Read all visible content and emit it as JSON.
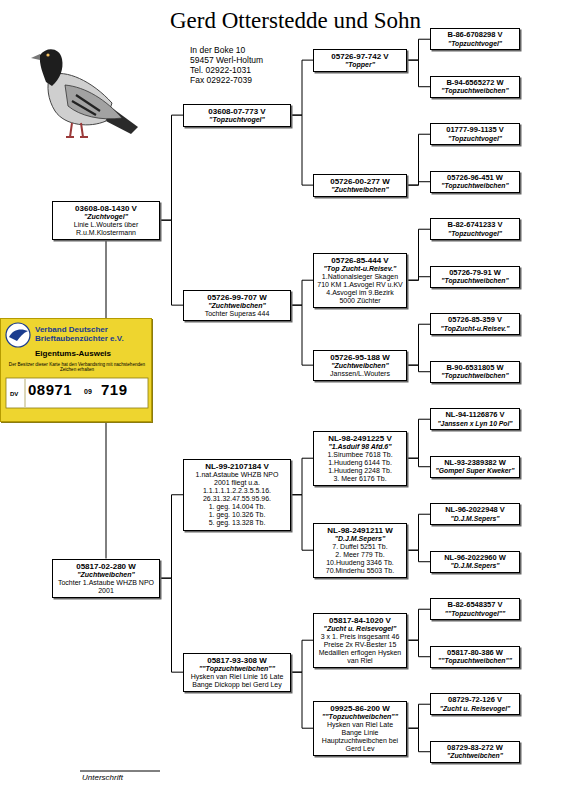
{
  "diagram": {
    "title": "Gerd Otterstedde und Sohn",
    "nodes": [
      {
        "text": [
          "03608-08-1430 V",
          "\"Zuchtvogel\"",
          "Linie L.Wouters über R.u.M.Klostermann"
        ]
      },
      {
        "text": [
          "05817-02-280 W",
          "\"Zuchtweibchen\"",
          "Tochter 1.Astaube WHZB NPO 2001"
        ]
      },
      {
        "text": [
          "03608-07-773 V",
          "\"Topzuchtvogel\""
        ]
      },
      {
        "text": [
          "05726-99-707 W",
          "\"Zuchtweibchen\"",
          "Tochter Superas 444"
        ]
      },
      {
        "text": [
          "NL-99-2107184 V",
          "1.nat.Astaube WHZB NPO 2001 fliegt u.a.",
          "1.1.1.1.1.2.2.3.5.5.16.",
          "26.31.32.47.55.95.96.",
          "1. geg. 14.004 Tb.",
          "1. geg. 10.326 Tb.",
          "5. geg. 13.328 Tb."
        ]
      },
      {
        "text": [
          "05817-93-308 W",
          "\"\"Topzuchtweibchen\"\"",
          "Hysken van Riel Linie 16 Late Bange Dickopp bei Gerd Ley"
        ]
      },
      {
        "text": [
          "05726-97-742 V",
          "\"Topper\""
        ]
      },
      {
        "text": [
          "05726-00-277 W",
          "\"Zuchtweibchen\""
        ]
      },
      {
        "text": [
          "05726-85-444 V",
          "\"Top Zucht-u.Reisev.\"",
          "1.Nationalsieger Skagen",
          "710 KM 1.Asvogel RV u.KV",
          "4.Asvogel im 9.Bezirk",
          "5000 Züchter"
        ]
      },
      {
        "text": [
          "05726-95-188 W",
          "\"Zuchtweibchen\"",
          "Janssen/L.Wouters"
        ]
      },
      {
        "text": [
          "NL-98-2491225 V",
          "\"1.Asduif 98 Afd.6\"",
          "1.Sirumbee 7618 Tb.",
          "1.Huudeng 6144 Tb.",
          "1.Huudeng 2248 Tb.",
          "3. Meer 6176 Tb."
        ]
      },
      {
        "text": [
          "NL-98-2491211 W",
          "\"D.J.M.Sepers\"",
          "7. Duffel 5251 Tb.",
          "2. Meer 779 Tb.",
          "10.Huudeng 3346 Tb.",
          "70.Minderhu 5503 Tb."
        ]
      },
      {
        "text": [
          "05817-84-1020 V",
          "\"Zucht u. Reisevogel\"",
          "3 x 1. Preis insgesamt 46 Preise 2x RV-Bester 15 Medaillen erflogen Hysken van Riel"
        ]
      },
      {
        "text": [
          "09925-86-200 W",
          "\"\"Topzuchtweibchen\"\"",
          "Hysken van Riel Late Bange Linie Hauptzuchtweibchen bei Gerd Lev"
        ]
      },
      {
        "text": [
          "B-86-6708298 V",
          "\"Topzuchtvogel\""
        ]
      },
      {
        "text": [
          "B-94-6565272 W",
          "\"Topzuchtweibchen\""
        ]
      },
      {
        "text": [
          "01777-99-1135 V",
          "\"Topzuchtvogel\""
        ]
      },
      {
        "text": [
          "05726-96-451 W",
          "\"Topzuchtweibchen\""
        ]
      },
      {
        "text": [
          "B-82-6741233 V",
          "\"Topzuchtvogel\""
        ]
      },
      {
        "text": [
          "05726-79-91 W",
          "\"Topzuchtweibchen\""
        ]
      },
      {
        "text": [
          "05726-85-359 V",
          "\"TopZucht-u.Reisev.\""
        ]
      },
      {
        "text": [
          "B-90-6531805 W",
          "\"Topzuchtweibchen\""
        ]
      },
      {
        "text": [
          "NL-94-1126876 V",
          "\"Janssen x Lyn 10 Pol\""
        ]
      },
      {
        "text": [
          "NL-93-2389382 W",
          "\"Gompel Super Kweker\""
        ]
      },
      {
        "text": [
          "NL-96-2022948 V",
          "\"D.J.M.Sepers\""
        ]
      },
      {
        "text": [
          "NL-96-2022960 W",
          "\"D.J.M.Sepers\""
        ]
      },
      {
        "text": [
          "B-82-6548357 V",
          "\"\"Topzuchtvogel\"\""
        ]
      },
      {
        "text": [
          "05817-80-386 W",
          "\"\"Topzuchtweibchen\"\""
        ]
      },
      {
        "text": [
          "08729-72-126 V",
          "\"Zucht u. Reisevogel\""
        ]
      },
      {
        "text": [
          "08729-83-272 W",
          "\"Zuchtweibchen\""
        ]
      },
      {
        "text": [
          "Verband Deutscher Brieftaubenzüchter e.V.",
          "Eigentums-Ausweis",
          "Der Besitzer dieser Karte hat den Verbandsring mit nachstehenden Zeichen erhalten",
          "DV",
          "08971",
          "09",
          "719"
        ]
      }
    ],
    "edges": [
      {
        "from": 0,
        "to": 1,
        "arrow": "none"
      },
      {
        "from": 0,
        "to": 2,
        "arrow": "none"
      },
      {
        "from": 0,
        "to": 3,
        "arrow": "none"
      },
      {
        "from": 1,
        "to": 4,
        "arrow": "none"
      },
      {
        "from": 1,
        "to": 5,
        "arrow": "none"
      },
      {
        "from": 2,
        "to": 6,
        "arrow": "none"
      },
      {
        "from": 2,
        "to": 7,
        "arrow": "none"
      },
      {
        "from": 3,
        "to": 8,
        "arrow": "none"
      },
      {
        "from": 3,
        "to": 9,
        "arrow": "none"
      },
      {
        "from": 4,
        "to": 10,
        "arrow": "none"
      },
      {
        "from": 4,
        "to": 11,
        "arrow": "none"
      },
      {
        "from": 5,
        "to": 12,
        "arrow": "none"
      },
      {
        "from": 5,
        "to": 13,
        "arrow": "none"
      },
      {
        "from": 6,
        "to": 14,
        "arrow": "none"
      },
      {
        "from": 6,
        "to": 15,
        "arrow": "none"
      },
      {
        "from": 7,
        "to": 16,
        "arrow": "none"
      },
      {
        "from": 7,
        "to": 17,
        "arrow": "none"
      },
      {
        "from": 8,
        "to": 18,
        "arrow": "none"
      },
      {
        "from": 8,
        "to": 19,
        "arrow": "none"
      },
      {
        "from": 9,
        "to": 20,
        "arrow": "none"
      },
      {
        "from": 9,
        "to": 21,
        "arrow": "none"
      },
      {
        "from": 10,
        "to": 22,
        "arrow": "none"
      },
      {
        "from": 10,
        "to": 23,
        "arrow": "none"
      },
      {
        "from": 11,
        "to": 24,
        "arrow": "none"
      },
      {
        "from": 11,
        "to": 25,
        "arrow": "none"
      },
      {
        "from": 12,
        "to": 26,
        "arrow": "none"
      },
      {
        "from": 12,
        "to": 27,
        "arrow": "none"
      },
      {
        "from": 13,
        "to": 28,
        "arrow": "none"
      },
      {
        "from": 13,
        "to": 29,
        "arrow": "none"
      }
    ],
    "labels": [
      "In der Boke 10",
      "59457 Werl-Holtum",
      "Tel. 02922-1031",
      "Fax 02922-7039",
      "Unterschrift"
    ]
  }
}
